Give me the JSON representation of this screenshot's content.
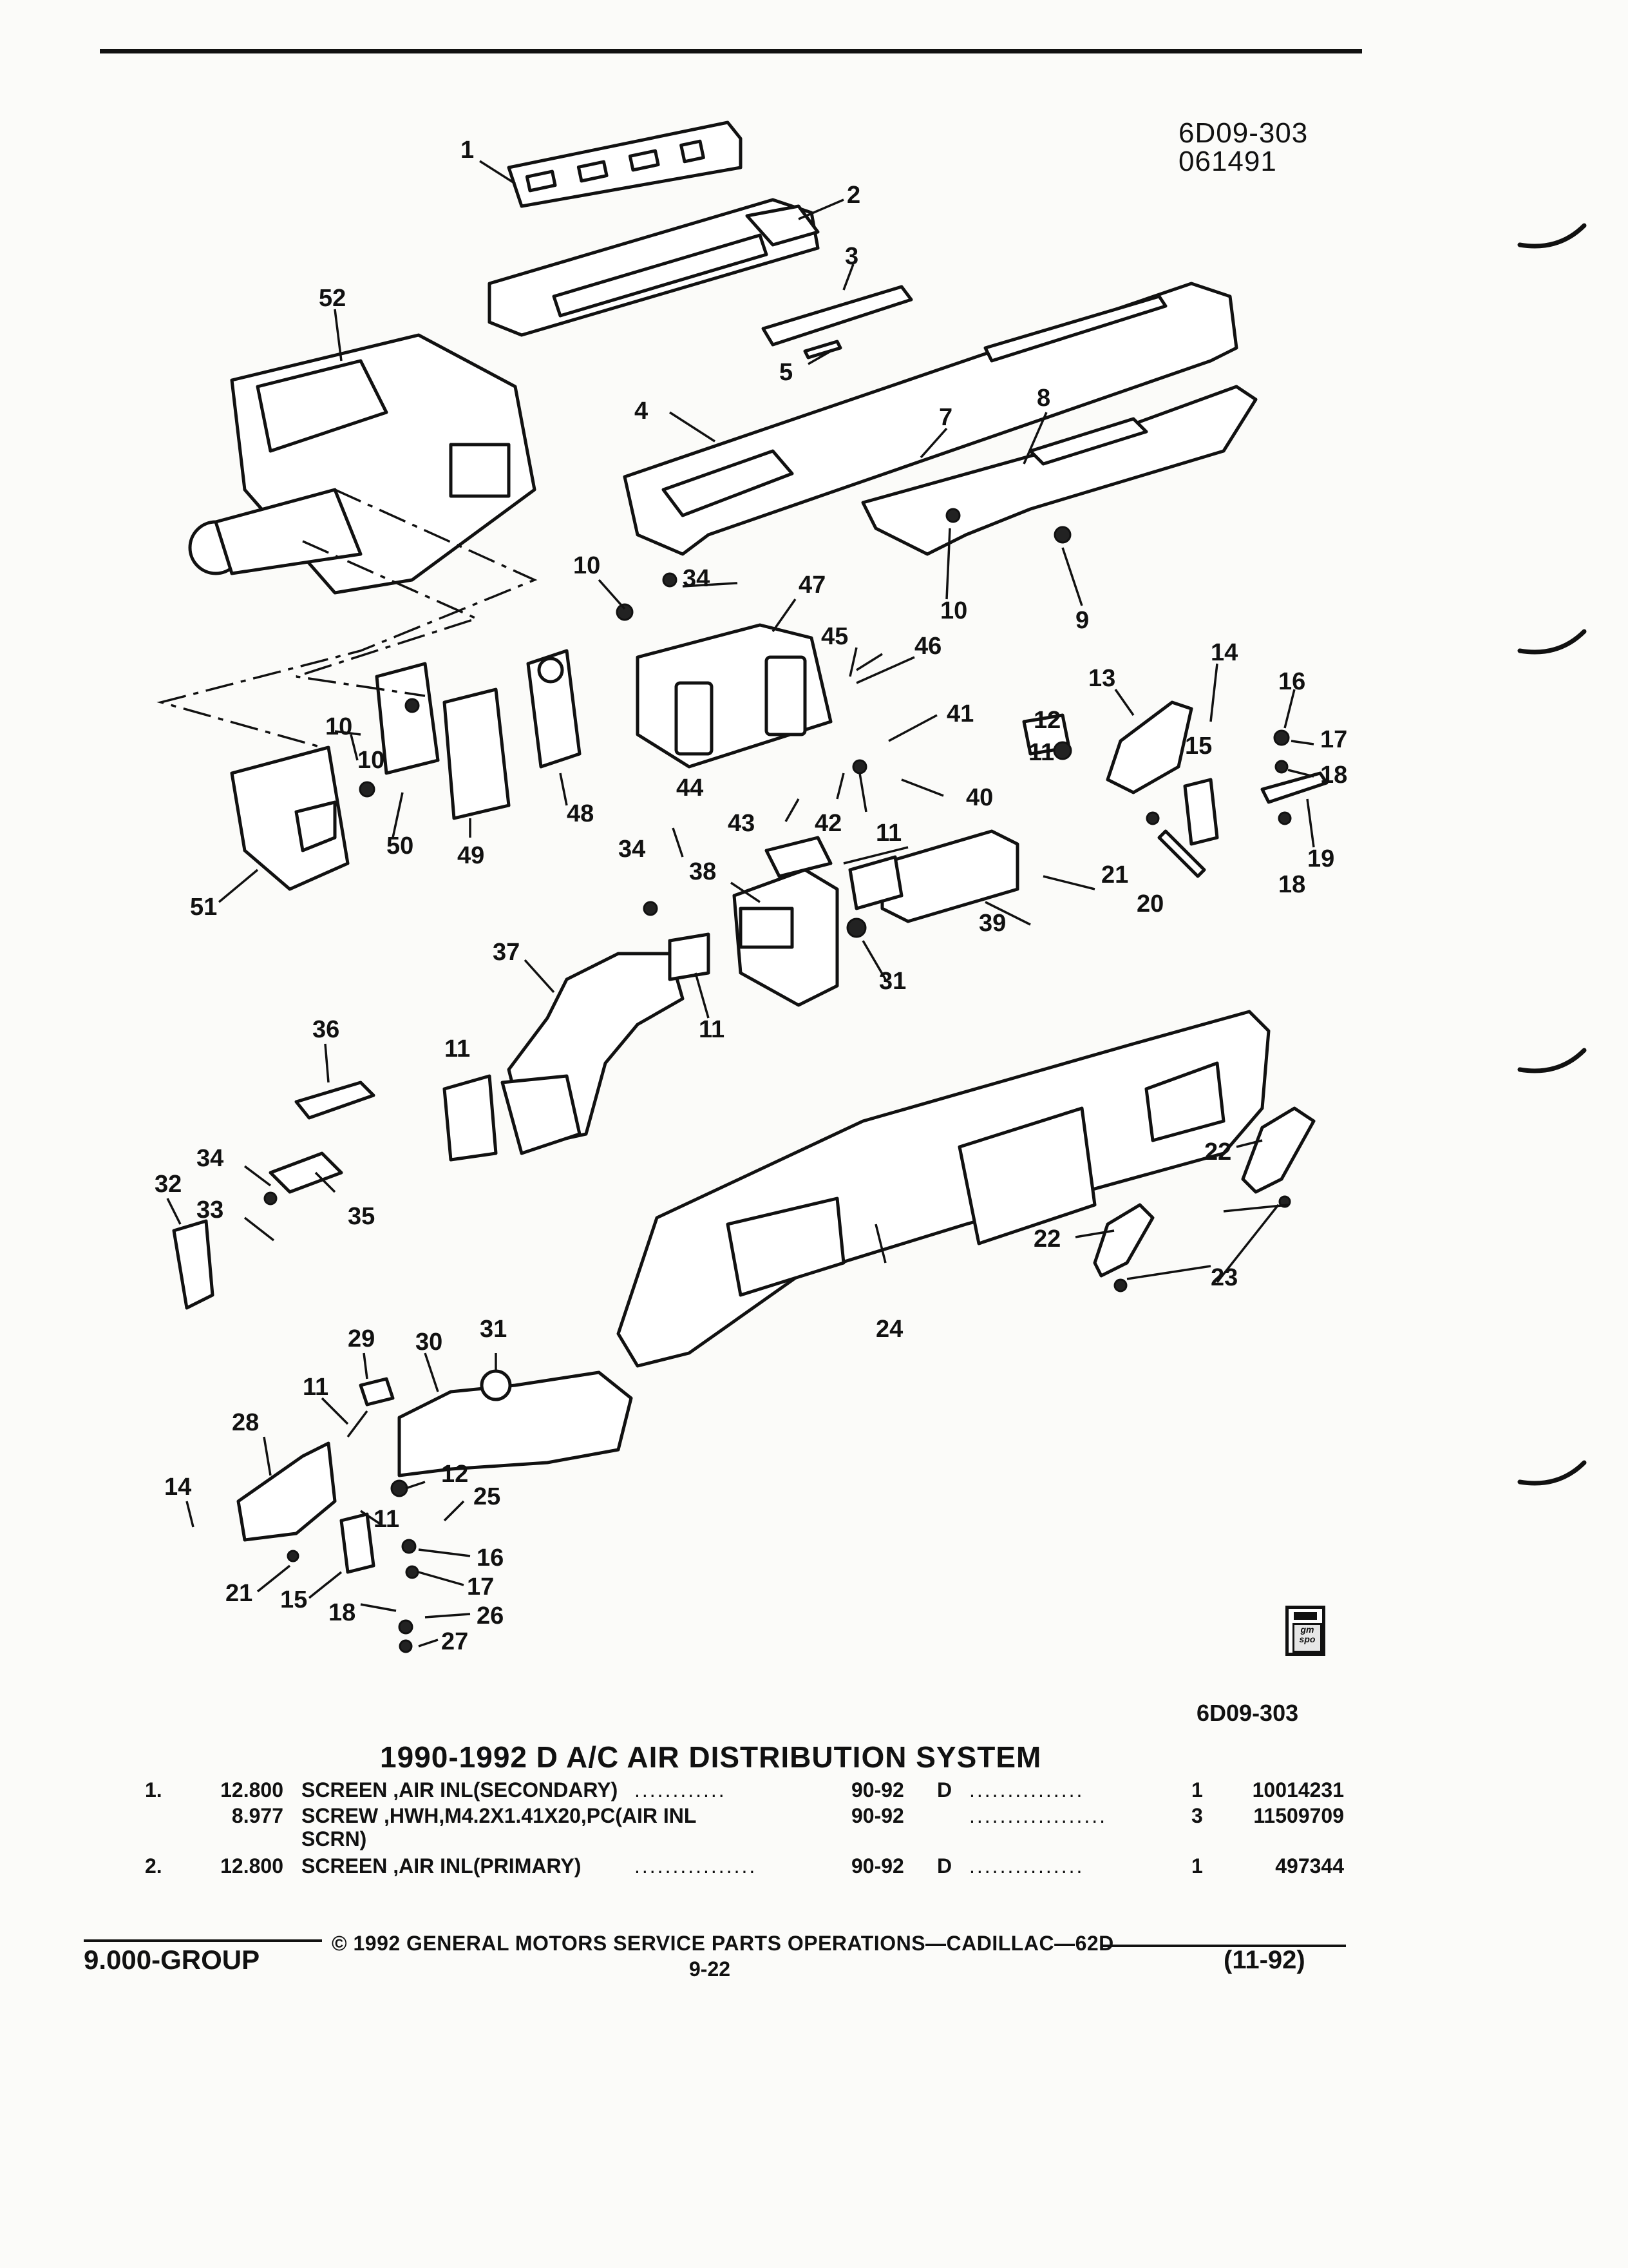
{
  "header": {
    "figure_code": "6D09-303",
    "figure_date": "061491"
  },
  "diagram": {
    "callouts": [
      {
        "id": "c1",
        "label": "1"
      },
      {
        "id": "c2",
        "label": "2"
      },
      {
        "id": "c3",
        "label": "3"
      },
      {
        "id": "c4",
        "label": "4"
      },
      {
        "id": "c5",
        "label": "5"
      },
      {
        "id": "c7",
        "label": "7"
      },
      {
        "id": "c8",
        "label": "8"
      },
      {
        "id": "c9",
        "label": "9"
      },
      {
        "id": "c10a",
        "label": "10"
      },
      {
        "id": "c10b",
        "label": "10"
      },
      {
        "id": "c10c",
        "label": "10"
      },
      {
        "id": "c10d",
        "label": "10"
      },
      {
        "id": "c11a",
        "label": "11"
      },
      {
        "id": "c11b",
        "label": "11"
      },
      {
        "id": "c11c",
        "label": "11"
      },
      {
        "id": "c11d",
        "label": "11"
      },
      {
        "id": "c11e",
        "label": "11"
      },
      {
        "id": "c11f",
        "label": "11"
      },
      {
        "id": "c12a",
        "label": "12"
      },
      {
        "id": "c12b",
        "label": "12"
      },
      {
        "id": "c13",
        "label": "13"
      },
      {
        "id": "c14a",
        "label": "14"
      },
      {
        "id": "c14b",
        "label": "14"
      },
      {
        "id": "c15a",
        "label": "15"
      },
      {
        "id": "c15b",
        "label": "15"
      },
      {
        "id": "c16a",
        "label": "16"
      },
      {
        "id": "c16b",
        "label": "16"
      },
      {
        "id": "c17a",
        "label": "17"
      },
      {
        "id": "c17b",
        "label": "17"
      },
      {
        "id": "c18a",
        "label": "18"
      },
      {
        "id": "c18b",
        "label": "18"
      },
      {
        "id": "c18c",
        "label": "18"
      },
      {
        "id": "c19",
        "label": "19"
      },
      {
        "id": "c20",
        "label": "20"
      },
      {
        "id": "c21a",
        "label": "21"
      },
      {
        "id": "c21b",
        "label": "21"
      },
      {
        "id": "c22a",
        "label": "22"
      },
      {
        "id": "c22b",
        "label": "22"
      },
      {
        "id": "c23",
        "label": "23"
      },
      {
        "id": "c24",
        "label": "24"
      },
      {
        "id": "c25",
        "label": "25"
      },
      {
        "id": "c26",
        "label": "26"
      },
      {
        "id": "c27",
        "label": "27"
      },
      {
        "id": "c28",
        "label": "28"
      },
      {
        "id": "c29",
        "label": "29"
      },
      {
        "id": "c30",
        "label": "30"
      },
      {
        "id": "c31a",
        "label": "31"
      },
      {
        "id": "c31b",
        "label": "31"
      },
      {
        "id": "c32",
        "label": "32"
      },
      {
        "id": "c33",
        "label": "33"
      },
      {
        "id": "c34a",
        "label": "34"
      },
      {
        "id": "c34b",
        "label": "34"
      },
      {
        "id": "c34c",
        "label": "34"
      },
      {
        "id": "c35",
        "label": "35"
      },
      {
        "id": "c36",
        "label": "36"
      },
      {
        "id": "c37",
        "label": "37"
      },
      {
        "id": "c38",
        "label": "38"
      },
      {
        "id": "c39",
        "label": "39"
      },
      {
        "id": "c40",
        "label": "40"
      },
      {
        "id": "c41",
        "label": "41"
      },
      {
        "id": "c42",
        "label": "42"
      },
      {
        "id": "c43",
        "label": "43"
      },
      {
        "id": "c44",
        "label": "44"
      },
      {
        "id": "c45",
        "label": "45"
      },
      {
        "id": "c46",
        "label": "46"
      },
      {
        "id": "c47",
        "label": "47"
      },
      {
        "id": "c48",
        "label": "48"
      },
      {
        "id": "c49",
        "label": "49"
      },
      {
        "id": "c50",
        "label": "50"
      },
      {
        "id": "c51",
        "label": "51"
      },
      {
        "id": "c52",
        "label": "52"
      }
    ],
    "badge": "gm spo"
  },
  "catalog": {
    "figure_code": "6D09-303",
    "title": "1990-1992 D A/C AIR DISTRIBUTION SYSTEM",
    "rows": [
      {
        "item": "1.",
        "group": "12.800",
        "desc": "SCREEN ,AIR INL(SECONDARY)",
        "desc2": "",
        "dots1": "............",
        "years": "90-92",
        "series": "D",
        "dots2": "...............",
        "qty": "1",
        "part": "10014231"
      },
      {
        "item": "",
        "group": "8.977",
        "desc": "SCREW ,HWH,M4.2X1.41X20,PC(AIR INL",
        "desc2": "SCRN)",
        "dots1": "",
        "years": "90-92",
        "series": "",
        "dots2": "..................",
        "qty": "3",
        "part": "11509709"
      },
      {
        "item": "2.",
        "group": "12.800",
        "desc": "SCREEN ,AIR INL(PRIMARY)",
        "desc2": "",
        "dots1": "................",
        "years": "90-92",
        "series": "D",
        "dots2": "...............",
        "qty": "1",
        "part": "497344"
      }
    ]
  },
  "footer": {
    "group": "9.000-GROUP",
    "copyright": "© 1992 GENERAL MOTORS SERVICE PARTS OPERATIONS—CADILLAC—62D",
    "page": "9-22",
    "date": "(11-92)"
  }
}
